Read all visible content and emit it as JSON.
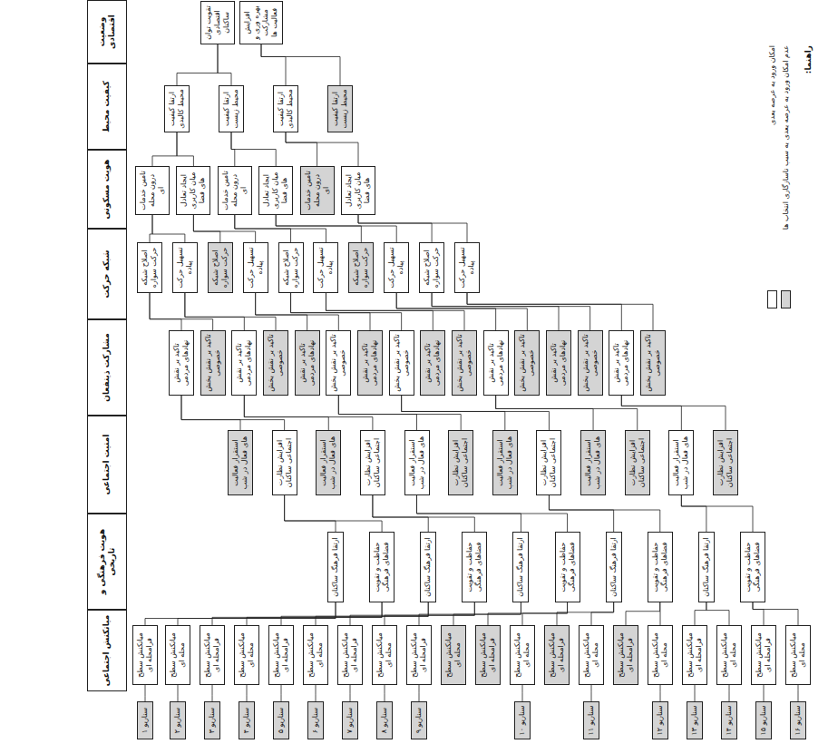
{
  "diagram": {
    "nodes": [
      {
        "text": [
          "وضعیت اقتصادی"
        ]
      },
      {
        "text": [
          "کیفیت محیط"
        ]
      },
      {
        "text": [
          "هویت مسکونی"
        ]
      },
      {
        "text": [
          "شبکه حرکت"
        ]
      },
      {
        "text": [
          "مشارکت ذینفعان"
        ]
      },
      {
        "text": [
          "امنیت اجتماعی"
        ]
      },
      {
        "text": [
          "هویت فرهنگی و تاریخی"
        ]
      },
      {
        "text": [
          "میانکنش اجتماعی"
        ]
      },
      {
        "text": [
          "تقویت توان اقتصادی ساکنان"
        ]
      },
      {
        "text": [
          "افزایش بهره وری و مشارکت فعالیت ها"
        ]
      },
      {
        "text": [
          "ارتقا کیفیت محیط کالبدی"
        ]
      },
      {
        "text": [
          "ارتقا کیفیت محیط زیست"
        ]
      },
      {
        "text": [
          "ارتقا کیفیت محیط کالبدی"
        ]
      },
      {
        "text": [
          "ارتقا کیفیت محیط زیست"
        ]
      },
      {
        "text": [
          "تامین خدمات درون محله ای"
        ]
      },
      {
        "text": [
          "ایجاد تعادل میان کاربری های فضا"
        ]
      },
      {
        "text": [
          "تامین خدمات درون محله ای"
        ]
      },
      {
        "text": [
          "ایجاد تعادل میان کاربری های فضا"
        ]
      },
      {
        "text": [
          "تامین خدمات درون محله ای"
        ]
      },
      {
        "text": [
          "ایجاد تعادل میان کاربری های فضا"
        ]
      },
      {
        "text": [
          "اصلاح شبکه حرکت سواره"
        ]
      },
      {
        "text": [
          "تسهیل حرکت پیاده"
        ]
      },
      {
        "text": [
          "اصلاح شبکه حرکت سواره"
        ]
      },
      {
        "text": [
          "تسهیل حرکت پیاده"
        ]
      },
      {
        "text": [
          "اصلاح شبکه حرکت سواره"
        ]
      },
      {
        "text": [
          "تسهیل حرکت پیاده"
        ]
      },
      {
        "text": [
          "اصلاح شبکه حرکت سواره"
        ]
      },
      {
        "text": [
          "تسهیل حرکت پیاده"
        ]
      },
      {
        "text": [
          "اصلاح شبکه حرکت سواره"
        ]
      },
      {
        "text": [
          "تسهیل حرکت پیاده"
        ]
      },
      {
        "text": [
          "تاکید بر نقش نهادهای مردمی"
        ]
      },
      {
        "text": [
          "تاکید بر نقش بخش خصوصی"
        ]
      },
      {
        "text": [
          "تاکید بر نقش نهادهای مردمی"
        ]
      },
      {
        "text": [
          "تاکید بر نقش بخش خصوصی"
        ]
      },
      {
        "text": [
          "تاکید بر نقش نهادهای مردمی"
        ]
      },
      {
        "text": [
          "تاکید بر نقش بخش خصوصی"
        ]
      },
      {
        "text": [
          "تاکید بر نقش نهادهای مردمی"
        ]
      },
      {
        "text": [
          "تاکید بر نقش بخش خصوصی"
        ]
      },
      {
        "text": [
          "تاکید بر نقش نهادهای مردمی"
        ]
      },
      {
        "text": [
          "تاکید بر نقش بخش خصوصی"
        ]
      },
      {
        "text": [
          "تاکید بر نقش نهادهای مردمی"
        ]
      },
      {
        "text": [
          "تاکید بر نقش بخش خصوصی"
        ]
      },
      {
        "text": [
          "تاکید بر نقش نهادهای مردمی"
        ]
      },
      {
        "text": [
          "تاکید بر نقش بخش خصوصی"
        ]
      },
      {
        "text": [
          "تاکید بر نقش نهادهای مردمی"
        ]
      },
      {
        "text": [
          "تاکید بر نقش بخش خصوصی"
        ]
      },
      {
        "text": [
          "استقرار فعالیت های فعال در شب"
        ]
      },
      {
        "text": [
          "افزایش نظارت اجتماعی ساکنان"
        ]
      },
      {
        "text": [
          "استقرار فعالیت های فعال در شب"
        ]
      },
      {
        "text": [
          "افزایش نظارت اجتماعی ساکنان"
        ]
      },
      {
        "text": [
          "استقرار فعالیت های فعال در شب"
        ]
      },
      {
        "text": [
          "افزایش نظارت اجتماعی ساکنان"
        ]
      },
      {
        "text": [
          "استقرار فعالیت های فعال در شب"
        ]
      },
      {
        "text": [
          "افزایش نظارت اجتماعی ساکنان"
        ]
      },
      {
        "text": [
          "استقرار فعالیت های فعال در شب"
        ]
      },
      {
        "text": [
          "افزایش نظارت اجتماعی ساکنان"
        ]
      },
      {
        "text": [
          "استقرار فعالیت های فعال در شب"
        ]
      },
      {
        "text": [
          "افزایش نظارت اجتماعی ساکنان"
        ]
      },
      {
        "text": [
          "ارتقا فرهنگ ساکنان"
        ]
      },
      {
        "text": [
          "حفاظت و تقویت فضاهای فرهنگی"
        ]
      },
      {
        "text": [
          "ارتقا فرهنگ ساکنان"
        ]
      },
      {
        "text": [
          "حفاظت و تقویت فضاهای فرهنگی"
        ]
      },
      {
        "text": [
          "ارتقا فرهنگ ساکنان"
        ]
      },
      {
        "text": [
          "حفاظت و تقویت فضاهای فرهنگی"
        ]
      },
      {
        "text": [
          "ارتقا فرهنگ ساکنان"
        ]
      },
      {
        "text": [
          "حفاظت و تقویت فضاهای فرهنگی"
        ]
      },
      {
        "text": [
          "ارتقا فرهنگ ساکنان"
        ]
      },
      {
        "text": [
          "حفاظت و تقویت فضاهای فرهنگی"
        ]
      },
      {
        "text": [
          "میانکنش سطح فرامحله ای"
        ]
      },
      {
        "text": [
          "میانکنش سطح محله ای"
        ]
      },
      {
        "text": [
          "میانکنش سطح فرامحله ای"
        ]
      },
      {
        "text": [
          "میانکنش سطح محله ای"
        ]
      },
      {
        "text": [
          "میانکنش سطح فرامحله ای"
        ]
      },
      {
        "text": [
          "میانکنش سطح محله ای"
        ]
      },
      {
        "text": [
          "میانکنش سطح فرامحله ای"
        ]
      },
      {
        "text": [
          "میانکنش سطح محله ای"
        ]
      },
      {
        "text": [
          "میانکنش سطح فرامحله ای"
        ]
      },
      {
        "text": [
          "میانکنش سطح محله ای"
        ]
      },
      {
        "text": [
          "میانکنش سطح فرامحله ای"
        ]
      },
      {
        "text": [
          "میانکنش سطح محله ای"
        ]
      },
      {
        "text": [
          "میانکنش سطح فرامحله ای"
        ]
      },
      {
        "text": [
          "میانکنش سطح محله ای"
        ]
      },
      {
        "text": [
          "میانکنش سطح فرامحله ای"
        ]
      },
      {
        "text": [
          "میانکنش سطح محله ای"
        ]
      },
      {
        "text": [
          "میانکنش سطح فرامحله ای"
        ]
      },
      {
        "text": [
          "میانکنش سطح محله ای"
        ]
      },
      {
        "text": [
          "میانکنش سطح فرامحله ای"
        ]
      },
      {
        "text": [
          "میانکنش سطح محله ای"
        ]
      },
      {
        "text": [
          "سناریو ۱"
        ]
      },
      {
        "text": [
          "سناریو ۲"
        ]
      },
      {
        "text": [
          "سناریو ۳"
        ]
      },
      {
        "text": [
          "سناریو ۴"
        ]
      },
      {
        "text": [
          "سناریو ۵"
        ]
      },
      {
        "text": [
          "سناریو ۶"
        ]
      },
      {
        "text": [
          "سناریو ۷"
        ]
      },
      {
        "text": [
          "سناریو ۸"
        ]
      },
      {
        "text": [
          "سناریو ۹"
        ]
      },
      {
        "text": [
          "سناریو ۱۰"
        ]
      },
      {
        "text": [
          "سناریو ۱۱"
        ]
      },
      {
        "text": [
          "سناریو ۱۲"
        ]
      },
      {
        "text": [
          "سناریو ۱۳"
        ]
      },
      {
        "text": [
          "سناریو ۱۴"
        ]
      },
      {
        "text": [
          "سناریو ۱۵"
        ]
      },
      {
        "text": [
          "سناریو ۱۶"
        ]
      }
    ],
    "edges": [
      {
        "from": 8,
        "to": 10,
        "arrow": "none"
      },
      {
        "from": 8,
        "to": 11,
        "arrow": "none"
      },
      {
        "from": 9,
        "to": 12,
        "arrow": "none"
      },
      {
        "from": 9,
        "to": 13,
        "arrow": "none"
      },
      {
        "from": 10,
        "to": 14,
        "arrow": "none"
      },
      {
        "from": 10,
        "to": 15,
        "arrow": "none"
      },
      {
        "from": 11,
        "to": 16,
        "arrow": "none"
      },
      {
        "from": 11,
        "to": 17,
        "arrow": "none"
      },
      {
        "from": 12,
        "to": 18,
        "arrow": "none"
      },
      {
        "from": 12,
        "to": 19,
        "arrow": "none"
      },
      {
        "from": 14,
        "to": 20,
        "arrow": "none"
      },
      {
        "from": 14,
        "to": 21,
        "arrow": "none"
      },
      {
        "from": 15,
        "to": 22,
        "arrow": "none"
      },
      {
        "from": 15,
        "to": 23,
        "arrow": "none"
      },
      {
        "from": 16,
        "to": 24,
        "arrow": "none"
      },
      {
        "from": 16,
        "to": 25,
        "arrow": "none"
      },
      {
        "from": 17,
        "to": 26,
        "arrow": "none"
      },
      {
        "from": 17,
        "to": 27,
        "arrow": "none"
      },
      {
        "from": 19,
        "to": 28,
        "arrow": "none"
      },
      {
        "from": 19,
        "to": 29,
        "arrow": "none"
      },
      {
        "from": 20,
        "to": 30,
        "arrow": "none"
      },
      {
        "from": 20,
        "to": 31,
        "arrow": "none"
      },
      {
        "from": 21,
        "to": 32,
        "arrow": "none"
      },
      {
        "from": 21,
        "to": 33,
        "arrow": "none"
      },
      {
        "from": 23,
        "to": 34,
        "arrow": "none"
      },
      {
        "from": 23,
        "to": 35,
        "arrow": "none"
      },
      {
        "from": 24,
        "to": 36,
        "arrow": "none"
      },
      {
        "from": 24,
        "to": 37,
        "arrow": "none"
      },
      {
        "from": 25,
        "to": 38,
        "arrow": "none"
      },
      {
        "from": 25,
        "to": 39,
        "arrow": "none"
      },
      {
        "from": 27,
        "to": 40,
        "arrow": "none"
      },
      {
        "from": 27,
        "to": 41,
        "arrow": "none"
      },
      {
        "from": 28,
        "to": 42,
        "arrow": "none"
      },
      {
        "from": 28,
        "to": 43,
        "arrow": "none"
      },
      {
        "from": 29,
        "to": 44,
        "arrow": "none"
      },
      {
        "from": 29,
        "to": 45,
        "arrow": "none"
      },
      {
        "from": 30,
        "to": 46,
        "arrow": "none"
      },
      {
        "from": 30,
        "to": 47,
        "arrow": "none"
      },
      {
        "from": 32,
        "to": 48,
        "arrow": "none"
      },
      {
        "from": 32,
        "to": 49,
        "arrow": "none"
      },
      {
        "from": 35,
        "to": 50,
        "arrow": "none"
      },
      {
        "from": 35,
        "to": 51,
        "arrow": "none"
      },
      {
        "from": 37,
        "to": 52,
        "arrow": "none"
      },
      {
        "from": 37,
        "to": 53,
        "arrow": "none"
      },
      {
        "from": 40,
        "to": 54,
        "arrow": "none"
      },
      {
        "from": 40,
        "to": 55,
        "arrow": "none"
      },
      {
        "from": 44,
        "to": 56,
        "arrow": "none"
      },
      {
        "from": 44,
        "to": 57,
        "arrow": "none"
      },
      {
        "from": 47,
        "to": 58,
        "arrow": "none"
      },
      {
        "from": 47,
        "to": 59,
        "arrow": "none"
      },
      {
        "from": 49,
        "to": 60,
        "arrow": "none"
      },
      {
        "from": 49,
        "to": 61,
        "arrow": "none"
      },
      {
        "from": 50,
        "to": 62,
        "arrow": "none"
      },
      {
        "from": 50,
        "to": 63,
        "arrow": "none"
      },
      {
        "from": 53,
        "to": 64,
        "arrow": "none"
      },
      {
        "from": 53,
        "to": 65,
        "arrow": "none"
      },
      {
        "from": 56,
        "to": 66,
        "arrow": "none"
      },
      {
        "from": 56,
        "to": 67,
        "arrow": "none"
      },
      {
        "from": 58,
        "to": 68,
        "arrow": "none"
      },
      {
        "from": 58,
        "to": 69,
        "arrow": "none"
      },
      {
        "from": 59,
        "to": 70,
        "arrow": "none"
      },
      {
        "from": 59,
        "to": 71,
        "arrow": "none"
      },
      {
        "from": 60,
        "to": 72,
        "arrow": "none"
      },
      {
        "from": 60,
        "to": 73,
        "arrow": "none"
      },
      {
        "from": 61,
        "to": 74,
        "arrow": "none"
      },
      {
        "from": 61,
        "to": 75,
        "arrow": "none"
      },
      {
        "from": 62,
        "to": 76,
        "arrow": "none"
      },
      {
        "from": 62,
        "to": 77,
        "arrow": "none"
      },
      {
        "from": 63,
        "to": 78,
        "arrow": "none"
      },
      {
        "from": 63,
        "to": 79,
        "arrow": "none"
      },
      {
        "from": 64,
        "to": 80,
        "arrow": "none"
      },
      {
        "from": 64,
        "to": 81,
        "arrow": "none"
      },
      {
        "from": 65,
        "to": 82,
        "arrow": "none"
      },
      {
        "from": 65,
        "to": 83,
        "arrow": "none"
      },
      {
        "from": 66,
        "to": 84,
        "arrow": "none"
      },
      {
        "from": 66,
        "to": 85,
        "arrow": "none"
      },
      {
        "from": 67,
        "to": 86,
        "arrow": "none"
      },
      {
        "from": 67,
        "to": 87,
        "arrow": "none"
      },
      {
        "from": 68,
        "to": 88,
        "arrow": "none"
      },
      {
        "from": 69,
        "to": 89,
        "arrow": "none"
      },
      {
        "from": 70,
        "to": 90,
        "arrow": "none"
      },
      {
        "from": 71,
        "to": 91,
        "arrow": "none"
      },
      {
        "from": 72,
        "to": 92,
        "arrow": "none"
      },
      {
        "from": 73,
        "to": 93,
        "arrow": "none"
      },
      {
        "from": 74,
        "to": 94,
        "arrow": "none"
      },
      {
        "from": 75,
        "to": 95,
        "arrow": "none"
      },
      {
        "from": 76,
        "to": 96,
        "arrow": "none"
      },
      {
        "from": 79,
        "to": 97,
        "arrow": "none"
      },
      {
        "from": 81,
        "to": 98,
        "arrow": "none"
      },
      {
        "from": 83,
        "to": 99,
        "arrow": "none"
      },
      {
        "from": 84,
        "to": 100,
        "arrow": "none"
      },
      {
        "from": 85,
        "to": 101,
        "arrow": "none"
      },
      {
        "from": 86,
        "to": 102,
        "arrow": "none"
      },
      {
        "from": 87,
        "to": 103,
        "arrow": "none"
      }
    ],
    "labels": [
      "راهنما:"
    ],
    "legend": [
      {
        "text": "امکان ورود به عرصه بعدی",
        "color": "#ffffff"
      },
      {
        "text": "عدم امکان ورود به عرصه بعدی به سبب ناسازگاری انتخاب ها",
        "color": "#d4d4d4"
      }
    ]
  }
}
